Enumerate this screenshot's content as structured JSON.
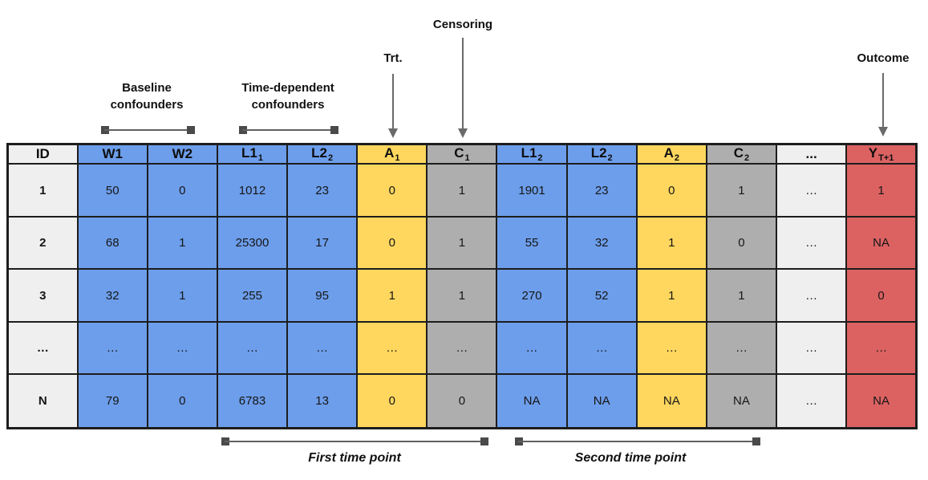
{
  "colors": {
    "blue": "#6d9eeb",
    "yellow": "#ffd75e",
    "gray": "#aeaeae",
    "light": "#efefef",
    "red": "#dc6262",
    "border": "#1d1d1d",
    "arrow": "#6a6a6a"
  },
  "annotations": {
    "baseline": "Baseline\nconfounders",
    "timedep": "Time-dependent\nconfounders",
    "trt": "Trt.",
    "censoring": "Censoring",
    "outcome": "Outcome",
    "first_tp": "First time point",
    "second_tp": "Second time point"
  },
  "table": {
    "columns": [
      {
        "label": "ID",
        "sub": "",
        "color": "light"
      },
      {
        "label": "W1",
        "sub": "",
        "color": "blue"
      },
      {
        "label": "W2",
        "sub": "",
        "color": "blue"
      },
      {
        "label": "L1",
        "sub": "1",
        "color": "blue"
      },
      {
        "label": "L2",
        "sub": "2",
        "color": "blue"
      },
      {
        "label": "A",
        "sub": "1",
        "color": "yellow"
      },
      {
        "label": "C",
        "sub": "1",
        "color": "gray"
      },
      {
        "label": "L1",
        "sub": "2",
        "color": "blue"
      },
      {
        "label": "L2",
        "sub": "2",
        "color": "blue"
      },
      {
        "label": "A",
        "sub": "2",
        "color": "yellow"
      },
      {
        "label": "C",
        "sub": "2",
        "color": "gray"
      },
      {
        "label": "...",
        "sub": "",
        "color": "light"
      },
      {
        "label": "Y",
        "sub": "T+1",
        "color": "red"
      }
    ],
    "rows": [
      [
        "1",
        "50",
        "0",
        "1012",
        "23",
        "0",
        "1",
        "1901",
        "23",
        "0",
        "1",
        "…",
        "1"
      ],
      [
        "2",
        "68",
        "1",
        "25300",
        "17",
        "0",
        "1",
        "55",
        "32",
        "1",
        "0",
        "…",
        "NA"
      ],
      [
        "3",
        "32",
        "1",
        "255",
        "95",
        "1",
        "1",
        "270",
        "52",
        "1",
        "1",
        "…",
        "0"
      ],
      [
        "…",
        "…",
        "…",
        "…",
        "…",
        "…",
        "…",
        "…",
        "…",
        "…",
        "…",
        "…",
        "…"
      ],
      [
        "N",
        "79",
        "0",
        "6783",
        "13",
        "0",
        "0",
        "NA",
        "NA",
        "NA",
        "NA",
        "…",
        "NA"
      ]
    ]
  }
}
